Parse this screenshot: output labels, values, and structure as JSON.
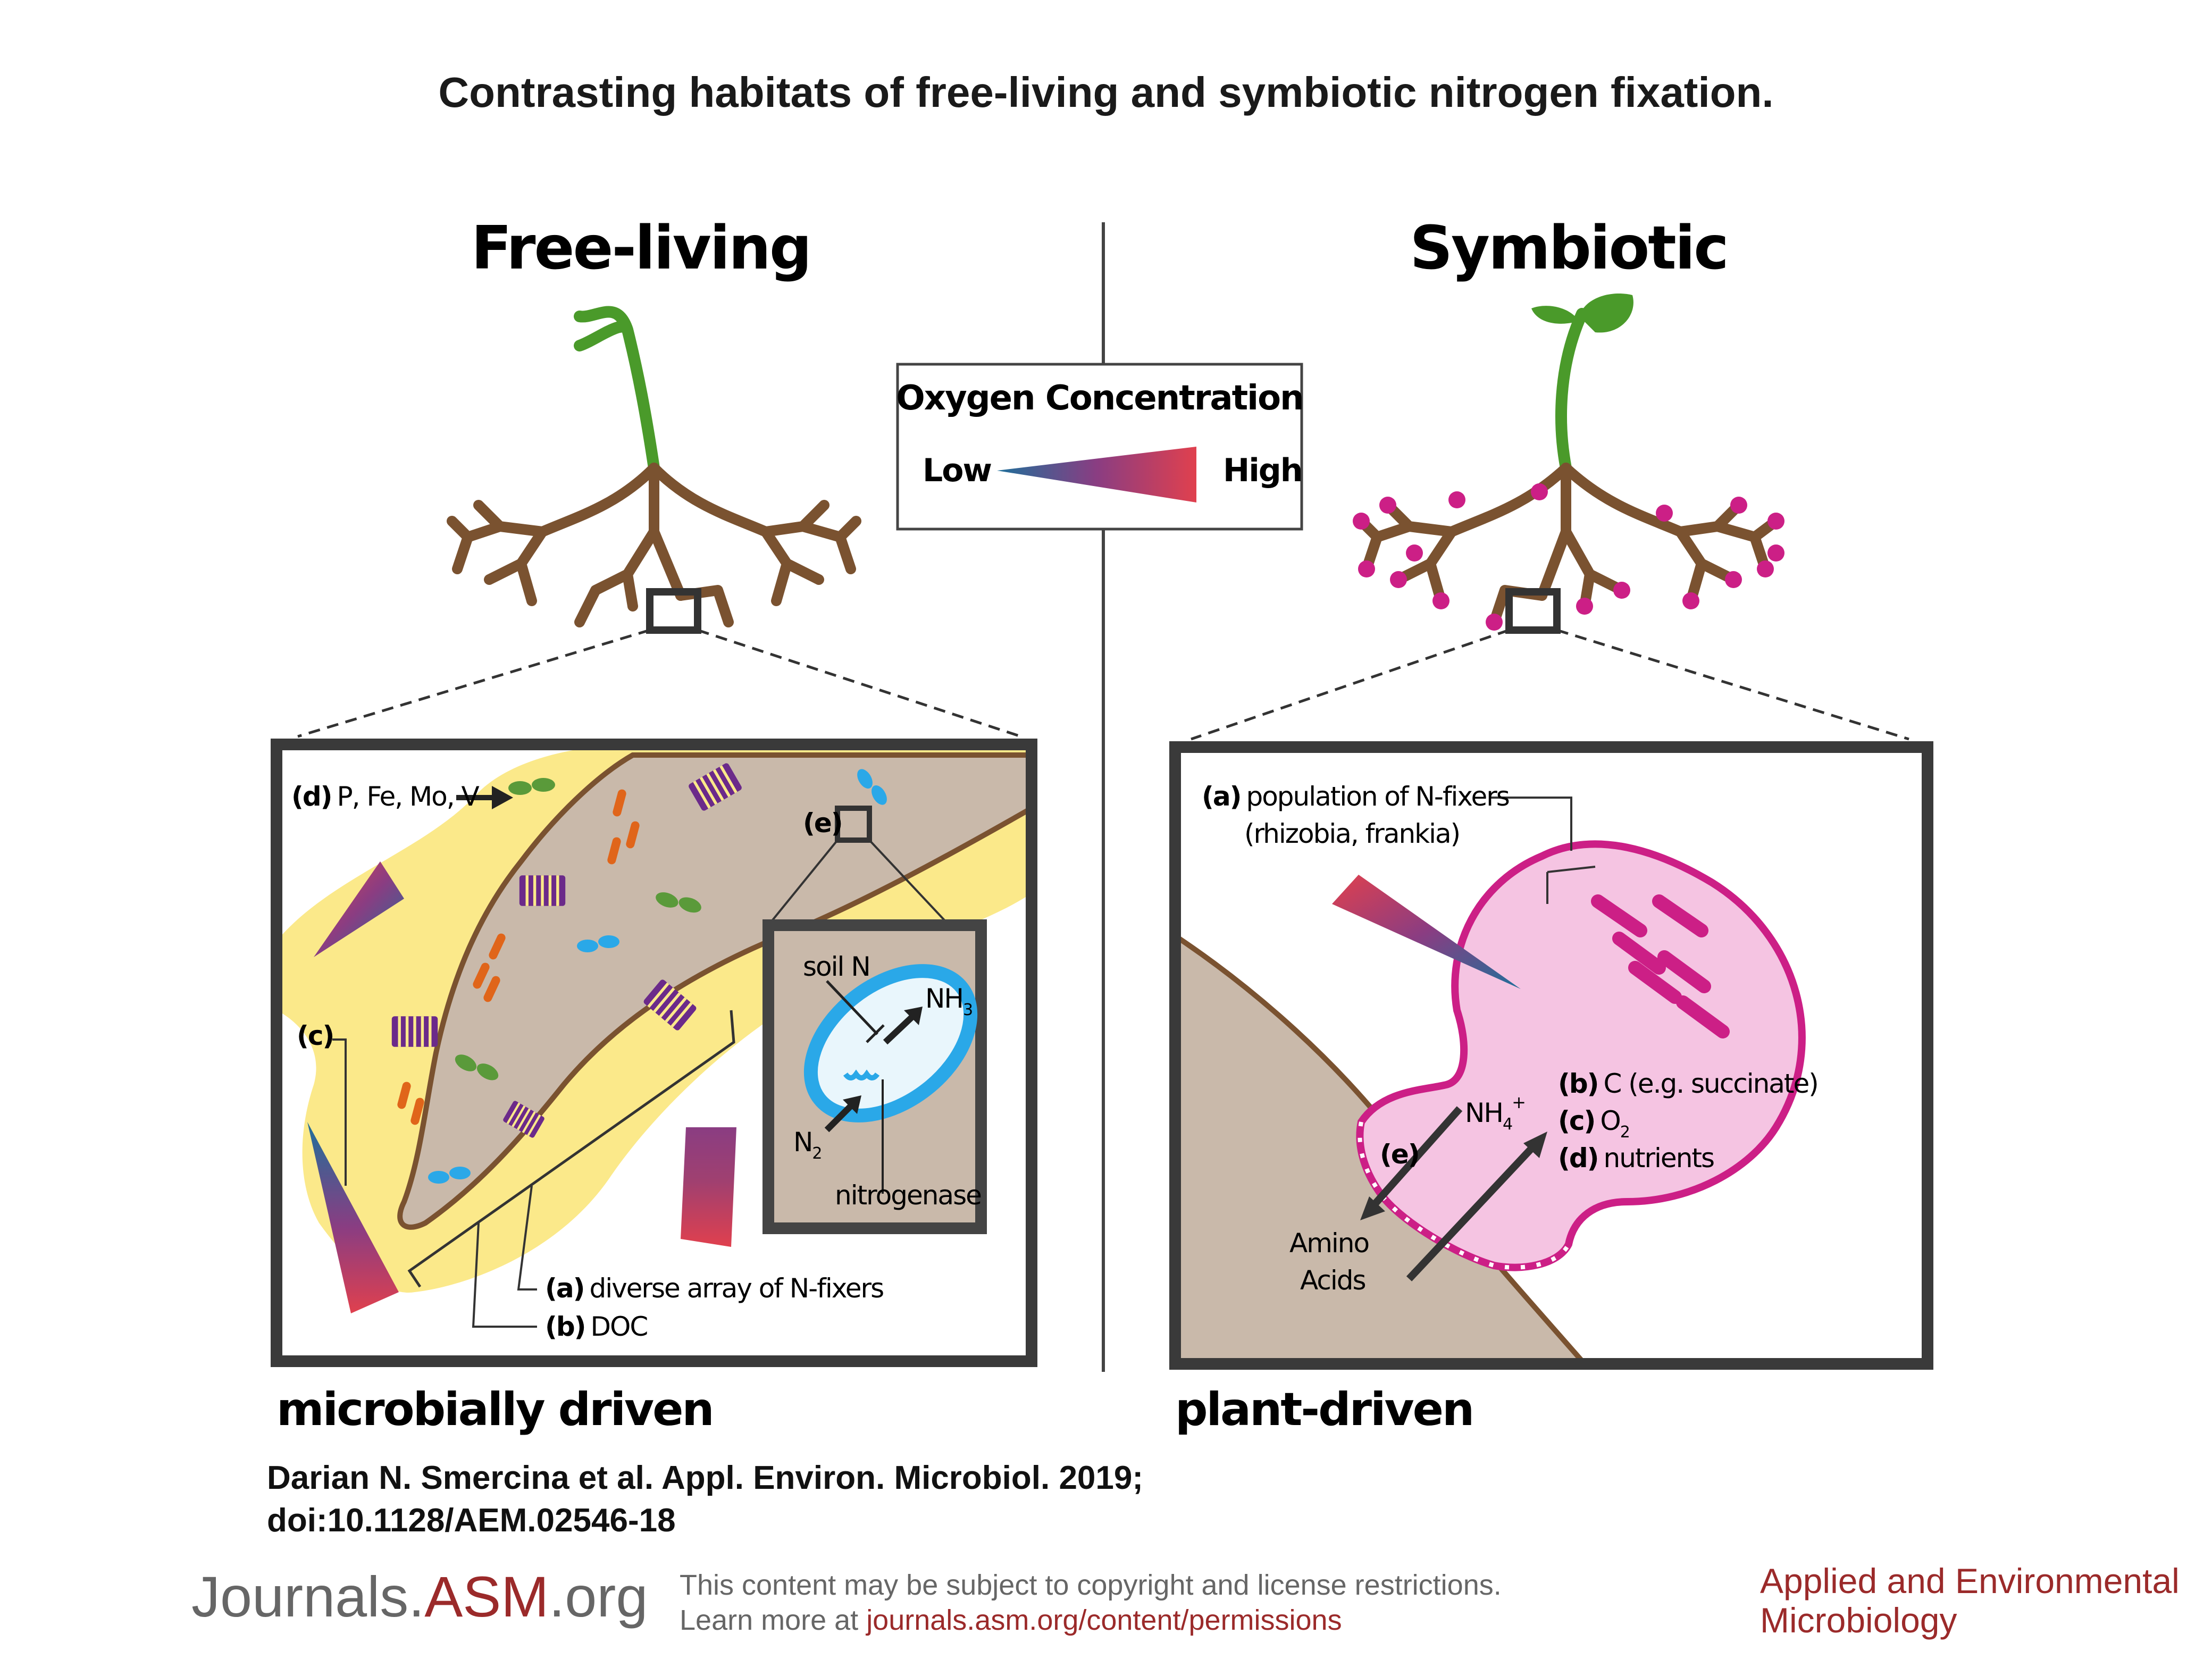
{
  "title": "Contrasting habitats of free-living and symbiotic nitrogen fixation.",
  "panels": {
    "left": {
      "heading": "Free-living",
      "footer": "microbially driven",
      "labels": {
        "d": "(d)",
        "d_text": "P, Fe, Mo, V",
        "e": "(e)",
        "c": "(c)",
        "a": "(a)",
        "a_text": "diverse array of N-fixers",
        "b": "(b)",
        "b_text": "DOC"
      },
      "inset": {
        "soil_n": "soil N",
        "nh3": "NH",
        "nh3_sub": "3",
        "n2": "N",
        "n2_sub": "2",
        "nitrogenase": "nitrogenase"
      }
    },
    "right": {
      "heading": "Symbiotic",
      "footer": "plant-driven",
      "labels": {
        "a": "(a)",
        "a_text": "population of N-fixers",
        "a_sub": "(rhizobia, frankia)",
        "b": "(b)",
        "b_text": "C (e.g. succinate)",
        "c": "(c)",
        "c_text": "O",
        "c_sub": "2",
        "d": "(d)",
        "d_text": "nutrients",
        "e": "(e)",
        "nh4": "NH",
        "nh4_sub": "4",
        "nh4_sup": "+",
        "amino": "Amino",
        "acids": "Acids"
      }
    }
  },
  "legend": {
    "title": "Oxygen Concentration",
    "low": "Low",
    "high": "High",
    "colors": {
      "low": "#1f6f9a",
      "mid": "#8a3d82",
      "high": "#e0404e"
    }
  },
  "colors": {
    "soil": "#c9b9aa",
    "root": "#7a5230",
    "stem": "#4a9a2a",
    "yellow": "#fbe98a",
    "nodule": "#f5c4e2",
    "nodule_edge": "#cc1f86",
    "purple": "#6b2a8a",
    "orange": "#e0651a",
    "green": "#5a9a3a",
    "blue": "#2aa8e8"
  },
  "citation": {
    "line1": "Darian N. Smercina et al. Appl. Environ. Microbiol. 2019;",
    "line2": "doi:10.1128/AEM.02546-18"
  },
  "footer": {
    "logo_prefix": "Journals.",
    "logo_highlight": "ASM",
    "logo_suffix": ".org",
    "notice_line1": "This content may be subject to copyright and license restrictions.",
    "notice_line2_prefix": "Learn more at ",
    "notice_link": "journals.asm.org/content/permissions",
    "journal_line1": "Applied and Environmental",
    "journal_line2": "Microbiology"
  }
}
